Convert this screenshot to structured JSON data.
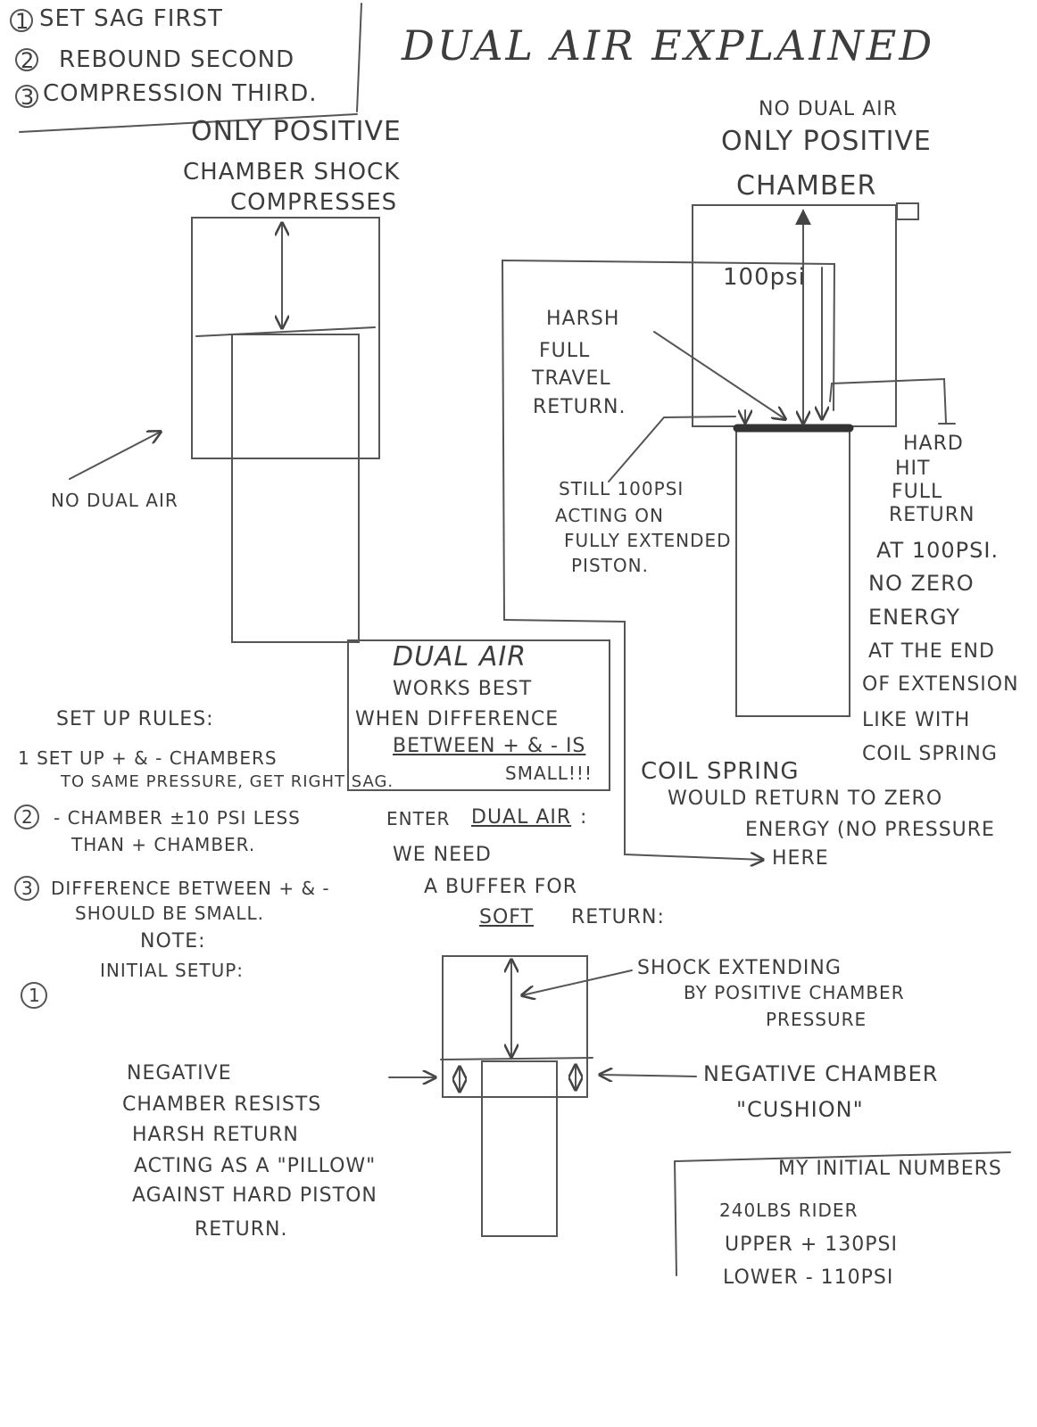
{
  "steps": [
    {
      "num": "1",
      "text": "Set SAG FIRST"
    },
    {
      "num": "2",
      "text": "Rebound second"
    },
    {
      "num": "3",
      "text": "Compression third."
    }
  ],
  "title": "Dual Air explained",
  "left_diagram": {
    "caption": [
      "ONLY POSITIVE",
      "CHAMBER SHOCK",
      "COMPRESSES"
    ],
    "no_dual_air": "NO DUAL AIR"
  },
  "right_diagram": {
    "caption": [
      "NO DUAL AIR",
      "ONLY POSITIVE",
      "CHAMBER"
    ],
    "pressure": "100psi",
    "harsh_label": [
      "HARSH",
      "FULL",
      "TRAVEL",
      "RETURN."
    ],
    "still_label": [
      "STILL 100psi",
      "ACTING ON",
      "FULLY EXTENDED",
      "PISTON."
    ],
    "hard_hit_label": [
      "HARD",
      "HIT",
      "FULL",
      "RETURN",
      "AT 100psi.",
      "NO ZERO",
      "ENERGY",
      "AT THE END",
      "OF EXTENSION",
      "LIKE WITH",
      "COIL SPRING"
    ],
    "coil_label": [
      "COIL SPRING",
      "WOULD RETURN TO ZERO",
      "ENERGY (NO PRESSURE",
      "HERE"
    ]
  },
  "dual_air_box": [
    "DUAL AIR",
    "WORKS BEST",
    "WHEN DIFFERENCE",
    "BETWEEN + & - IS",
    "SMALL!!!"
  ],
  "setup_rules": {
    "heading": "SET UP RULES:",
    "rules": [
      [
        "1 SET UP + & - CHAMBERS",
        "TO SAME PRESSURE, GET RIGHT SAG."
      ],
      [
        "- CHAMBER ±10 psi LESS",
        "THAN + CHAMBER."
      ],
      [
        "DIFFERENCE BETWEEN + & -",
        "SHOULD BE SMALL."
      ]
    ],
    "rule_numbers": [
      "2",
      "3"
    ],
    "note": [
      "NOTE:",
      "INITIAL SETUP:"
    ],
    "note_num": "1"
  },
  "enter_dual_air": {
    "lines": [
      "ENTER",
      "DUAL AIR",
      ":"
    ],
    "need": [
      "WE NEED",
      "A BUFFER FOR"
    ],
    "soft": "SOFT",
    "return": "RETURN:"
  },
  "bottom_diagram": {
    "extending_label": [
      "SHOCK EXTENDING",
      "BY POSITIVE CHAMBER",
      "PRESSURE"
    ],
    "negative_left": [
      "NEGATIVE",
      "CHAMBER RESISTS",
      "HARSH RETURN",
      "ACTING AS A \"PILLOW\"",
      "AGAINST HARD PISTON",
      "RETURN."
    ],
    "negative_right": [
      "NEGATIVE CHAMBER",
      "\"CUSHION\""
    ]
  },
  "my_numbers": {
    "heading": "My INITIAL NUMBERS",
    "rider": "240LBS RIDER",
    "upper": "UPPER +   130psi",
    "lower": "LOWER -   110psi"
  }
}
